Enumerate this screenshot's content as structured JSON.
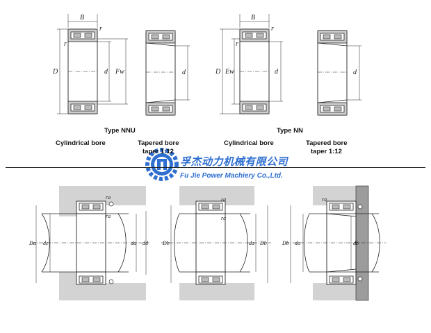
{
  "top_labels": {
    "b_left": "B",
    "r_left_top": "r",
    "r_left_side": "r",
    "d_left": "D",
    "d_inner_left": "d",
    "fw": "Fw",
    "d_tapered_left": "d",
    "b_right": "B",
    "r_right_top": "r",
    "r_right_side": "r",
    "d_right": "D",
    "ew": "Ew",
    "d_inner_right": "d",
    "d_tapered_right": "d"
  },
  "captions": {
    "type_nnu": "Type NNU",
    "type_nn": "Type NN",
    "cyl_left": "Cylindrical bore",
    "tap_left_1": "Tapered bore",
    "tap_left_2": "taper 1:12",
    "cyl_right": "Cylindrical bore",
    "tap_right_1": "Tapered bore",
    "tap_right_2": "taper 1:12"
  },
  "watermark": {
    "chinese": "孚杰动力机械有限公司",
    "english": "Fu Jie Power Machiery Co.,Ltd.",
    "colors": {
      "blue": "#2f6fd0"
    }
  },
  "bottom_labels": {
    "m1_ra_top": "ra",
    "m1_ra_mid": "ra",
    "m1_da_outer": "Da",
    "m1_dc": "dc",
    "m1_da": "da",
    "m1_dd": "dd",
    "m2_ra_top": "ra",
    "m2_ra_mid": "ra",
    "m2_db_left": "Db",
    "m2_da": "da",
    "m2_db_right": "Db",
    "m3_ra_top": "ra",
    "m3_db": "Db",
    "m3_da": "da",
    "m3_db_inner": "db"
  },
  "colors": {
    "line": "#222222",
    "housing": "#d3d3d3",
    "roller": "#b8b8b8"
  }
}
